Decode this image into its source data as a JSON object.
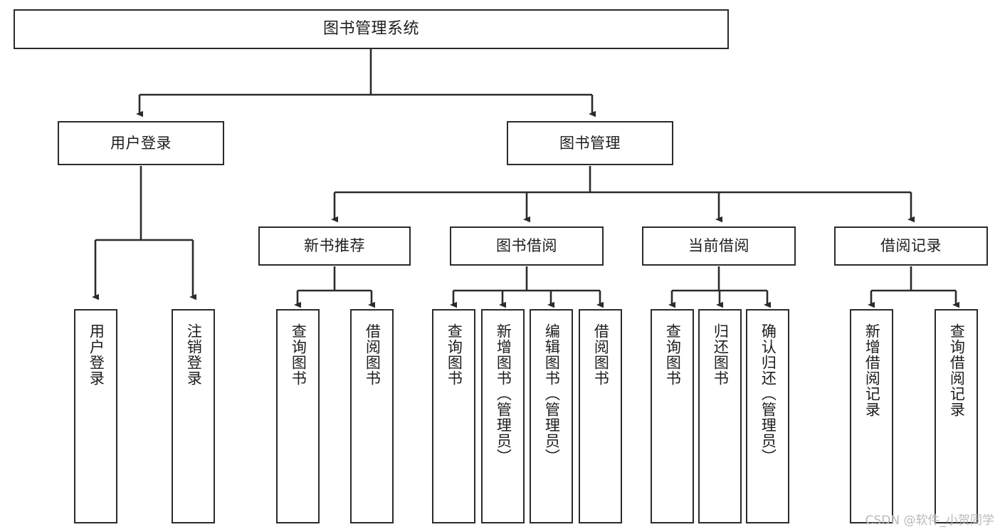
{
  "diagram": {
    "title": "图书管理系统",
    "root": {
      "id": "root",
      "label": "图书管理系统"
    },
    "level2": [
      {
        "id": "user-login",
        "label": "用户登录"
      },
      {
        "id": "book-manage",
        "label": "图书管理"
      }
    ],
    "level3": [
      {
        "id": "new-book-recommend",
        "label": "新书推荐"
      },
      {
        "id": "book-borrow",
        "label": "图书借阅"
      },
      {
        "id": "current-borrow",
        "label": "当前借阅"
      },
      {
        "id": "borrow-record",
        "label": "借阅记录"
      }
    ],
    "leaves": {
      "user_login": [
        {
          "id": "leaf-user-login",
          "label": "用户登录"
        },
        {
          "id": "leaf-logout-login",
          "label": "注销登录"
        }
      ],
      "new_book_recommend": [
        {
          "id": "leaf-query-book-1",
          "label": "查询图书"
        },
        {
          "id": "leaf-borrow-book-1",
          "label": "借阅图书"
        }
      ],
      "book_borrow": [
        {
          "id": "leaf-query-book-2",
          "label": "查询图书"
        },
        {
          "id": "leaf-add-book",
          "label": "新增图书（管理员）"
        },
        {
          "id": "leaf-edit-book",
          "label": "编辑图书（管理员）"
        },
        {
          "id": "leaf-borrow-book-2",
          "label": "借阅图书"
        }
      ],
      "current_borrow": [
        {
          "id": "leaf-query-book-3",
          "label": "查询图书"
        },
        {
          "id": "leaf-return-book",
          "label": "归还图书"
        },
        {
          "id": "leaf-confirm-return",
          "label": "确认归还（管理员）"
        }
      ],
      "borrow_record": [
        {
          "id": "leaf-add-record",
          "label": "新增借阅记录"
        },
        {
          "id": "leaf-query-record",
          "label": "查询借阅记录"
        }
      ]
    }
  },
  "watermark": "CSDN @软件_小贺同学",
  "colors": {
    "border": "#2b2b2b",
    "text": "#1d1d1d",
    "background": "#ffffff",
    "edge": "#2b2b2b",
    "watermark": "#b9b9b9"
  }
}
